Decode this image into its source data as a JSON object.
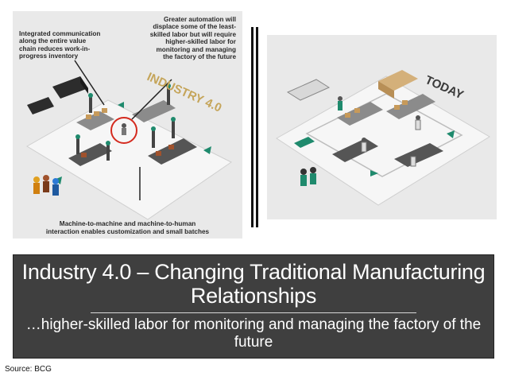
{
  "left_panel": {
    "note_top_left": "Integrated communication\nalong the entire value\nchain reduces work-in-\nprogress inventory",
    "note_top_right": "Greater automation will\ndisplace some of the least-\nskilled labor but will require\nhigher-skilled labor for\nmonitoring and managing\nthe factory of the future",
    "note_bottom": "Machine-to-machine and machine-to-human\ninteraction enables customization and small batches",
    "label": "INDUSTRY 4.0"
  },
  "right_panel": {
    "label": "TODAY"
  },
  "title": {
    "main": "Industry 4.0 – Changing Traditional Manufacturing Relationships",
    "subtitle": "…higher-skilled labor for monitoring and managing the factory of the future"
  },
  "source": "Source: BCG",
  "colors": {
    "panel_bg": "#e9e9e9",
    "floor": "#f6f6f6",
    "title_bg": "#3f3f3f",
    "accent_red": "#d42a1e",
    "accent_teal": "#1f8a6d"
  }
}
